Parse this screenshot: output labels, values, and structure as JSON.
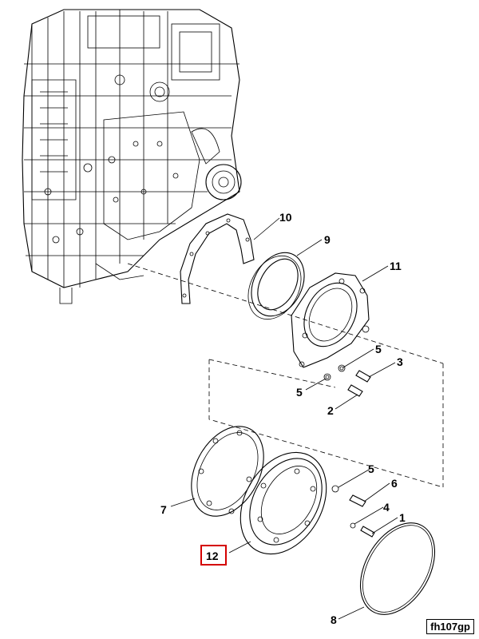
{
  "callouts": {
    "c1": "1",
    "c2": "2",
    "c3": "3",
    "c4": "4",
    "c5a": "5",
    "c5b": "5",
    "c5c": "5",
    "c6": "6",
    "c7": "7",
    "c8": "8",
    "c9": "9",
    "c10": "10",
    "c11": "11",
    "c12": "12"
  },
  "figure_code": "fh107gp",
  "highlight_color": "#d40000"
}
